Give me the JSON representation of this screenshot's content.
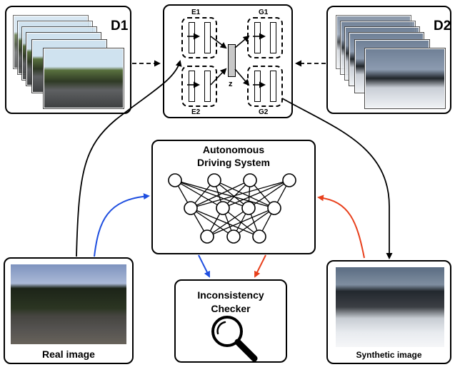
{
  "d1_label": "D1",
  "d2_label": "D2",
  "encoders": {
    "e1": "E1",
    "e2": "E2"
  },
  "generators": {
    "g1": "G1",
    "g2": "G2"
  },
  "latent_label": "z",
  "ads": {
    "line1": "Autonomous",
    "line2": "Driving System"
  },
  "checker": {
    "line1": "Inconsistency",
    "line2": "Checker"
  },
  "real_image_label": "Real image",
  "synthetic_image_label": "Synthetic image",
  "colors": {
    "real_arrow": "#1f4fe0",
    "synthetic_arrow": "#e8401c",
    "stroke": "#000000"
  },
  "icons": {
    "checker": "magnifier-icon",
    "network": "neural-network-icon"
  }
}
